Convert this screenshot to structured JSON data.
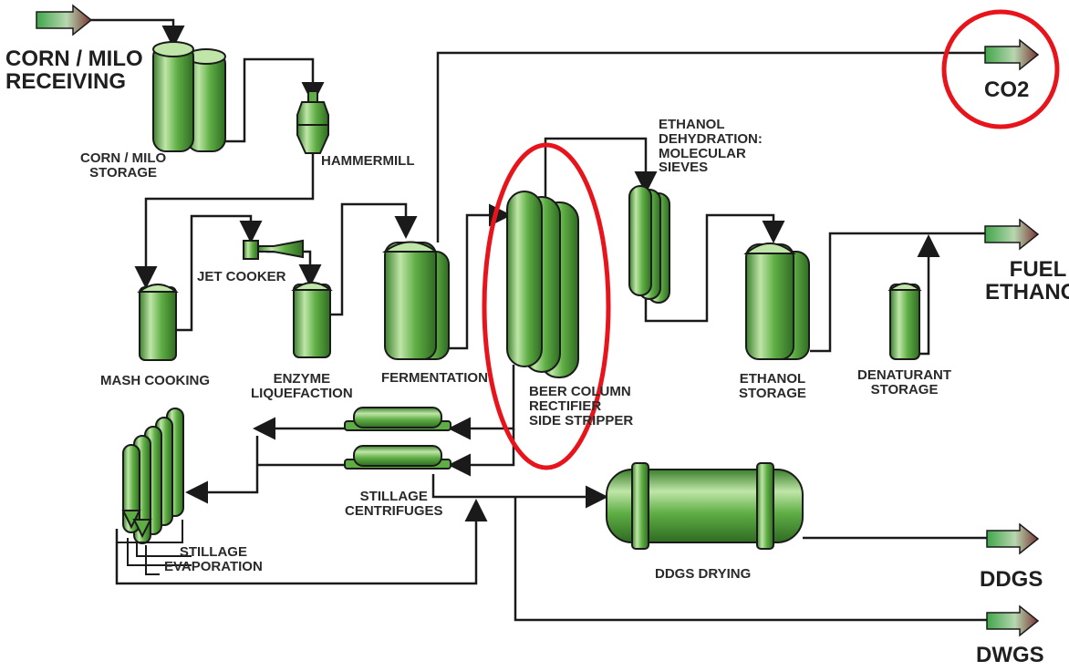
{
  "colors": {
    "equipment_fill": "#5fae45",
    "equipment_light": "#bfe6a8",
    "equipment_dark": "#2f6b22",
    "outline": "#1a1a1a",
    "pipe": "#1a1a1a",
    "highlight": "#e8141c",
    "arrow_tail": "#3fa64a",
    "arrow_head": "#8a3b3b"
  },
  "labels": {
    "corn_receiving": "CORN / MILO\nRECEIVING",
    "corn_storage": "CORN / MILO\nSTORAGE",
    "hammermill": "HAMMERMILL",
    "jet_cooker": "JET COOKER",
    "mash_cooking": "MASH COOKING",
    "enzyme": "ENZYME\nLIQUEFACTION",
    "fermentation": "FERMENTATION",
    "beer_column": "BEER COLUMN\nRECTIFIER\nSIDE STRIPPER",
    "dehydration": "ETHANOL\nDEHYDRATION:\nMOLECULAR\nSIEVES",
    "ethanol_storage": "ETHANOL\nSTORAGE",
    "denaturant_storage": "DENATURANT\nSTORAGE",
    "fuel_ethanol": "FUEL\nETHANOL",
    "co2": "CO2",
    "stillage_centrifuges": "STILLAGE\nCENTRIFUGES",
    "stillage_evaporation": "STILLAGE\nEVAPORATION",
    "ddgs_drying": "DDGS DRYING",
    "ddgs": "DDGS",
    "dwgs": "DWGS"
  }
}
